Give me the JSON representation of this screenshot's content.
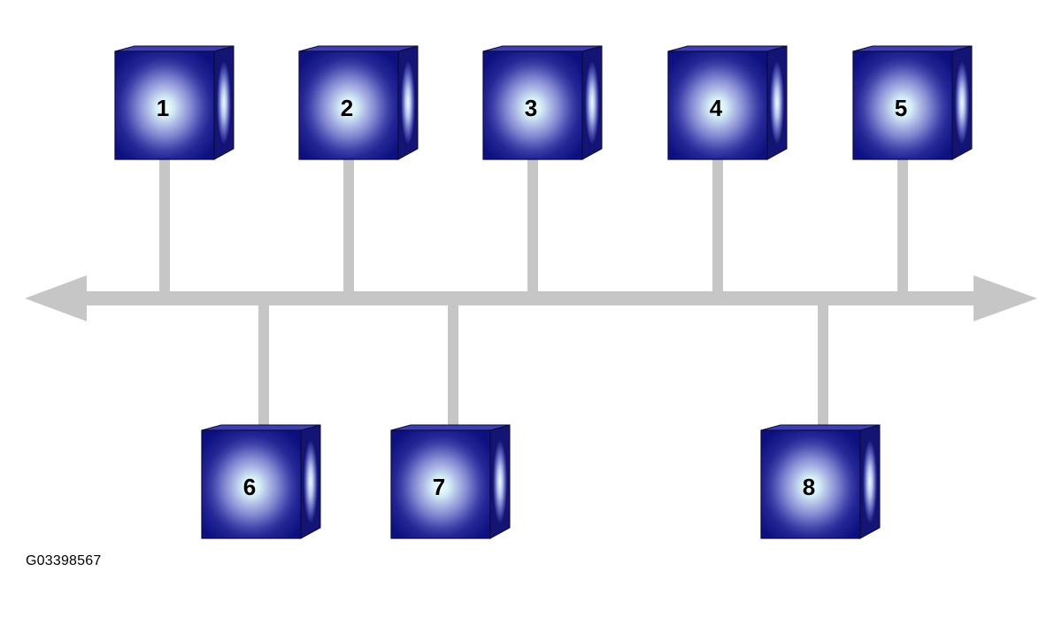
{
  "diagram": {
    "type": "bus-topology",
    "colors": {
      "bus": "#c6c6c6",
      "node_dark": "#0d1080",
      "node_light": "#e8fbff",
      "label": "#000000"
    },
    "nodes_top": [
      {
        "label": "1"
      },
      {
        "label": "2"
      },
      {
        "label": "3"
      },
      {
        "label": "4"
      },
      {
        "label": "5"
      }
    ],
    "nodes_bottom": [
      {
        "label": "6"
      },
      {
        "label": "7"
      },
      {
        "label": "8"
      }
    ]
  },
  "figure_id": "G03398567"
}
